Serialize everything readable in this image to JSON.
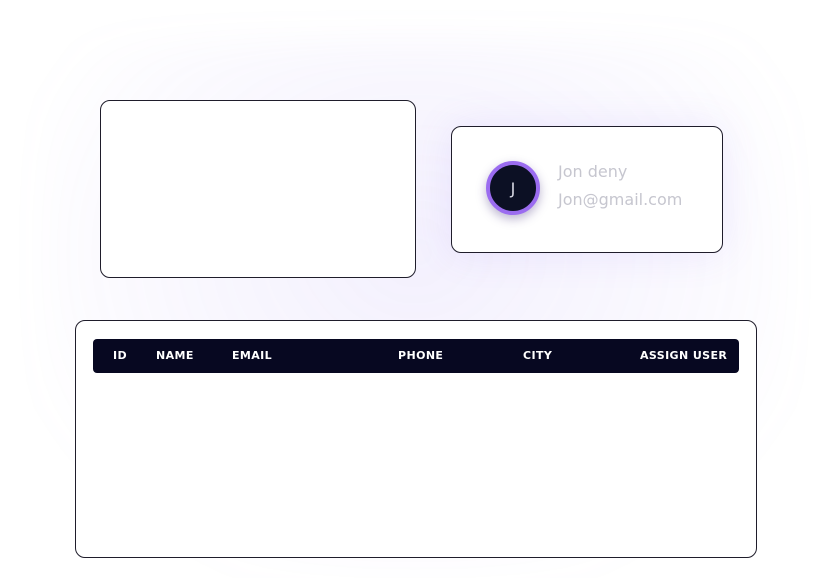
{
  "user_card": {
    "avatar_initial": "J",
    "name": "Jon deny",
    "email": "Jon@gmail.com"
  },
  "table": {
    "columns": [
      "ID",
      "NAME",
      "EMAIL",
      "PHONE",
      "CITY",
      "ASSIGN USER"
    ],
    "rows": []
  },
  "colors": {
    "table_header_bg": "#070821",
    "avatar_ring": "#9b6cf0",
    "avatar_bg": "#0c1024",
    "border": "#1f1d2b",
    "muted_text": "#c6c6cf"
  }
}
